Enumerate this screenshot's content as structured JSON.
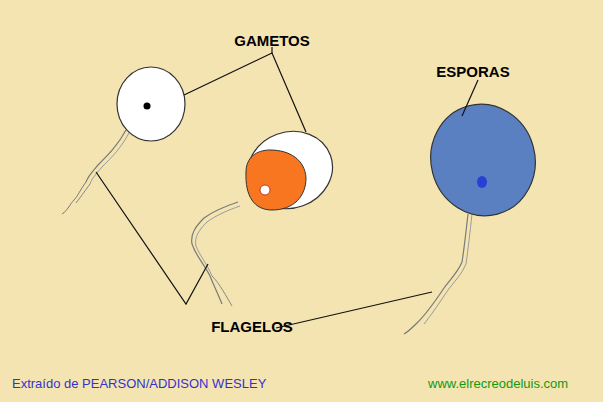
{
  "diagram": {
    "labels": [
      "GAMETOS",
      "ESPORAS",
      "FLAGELOS",
      "Extraído de PEARSON/ADDISON WESLEY",
      "www.elrecreodeluis.com"
    ]
  }
}
